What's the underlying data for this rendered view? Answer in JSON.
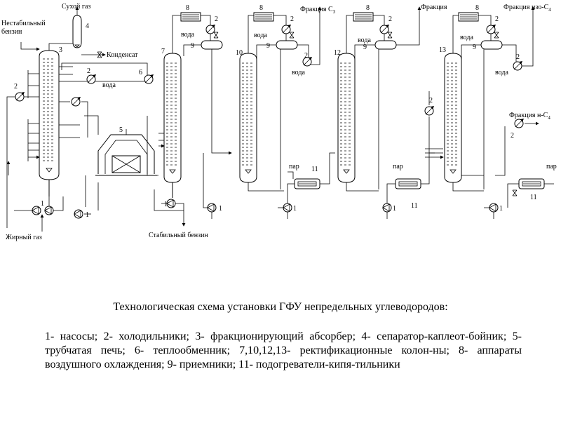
{
  "diagram": {
    "labels": {
      "unstable_gasoline": [
        "Нестабильный",
        "бензин"
      ],
      "dry_gas": "Сухой газ",
      "condensate": "Конденсат",
      "fat_gas": "Жирный газ",
      "stable_gasoline": "Стабильный бензин",
      "water": "вода",
      "steam": "пар",
      "fraction_c3": "Фракция С",
      "fraction_c3_sub": "3",
      "fraction": "Фракция",
      "fraction_iso_c4": "Фракция изо-С",
      "fraction_iso_c4_sub": "4",
      "fraction_n_c4": "Фракция н-С",
      "fraction_n_c4_sub": "4"
    },
    "numbers": [
      "1",
      "2",
      "3",
      "4",
      "5",
      "6",
      "7",
      "8",
      "9",
      "10",
      "11",
      "12",
      "13"
    ]
  },
  "caption": "Технологическая схема установки ГФУ непредельных углеводородов:",
  "legend": "1- насосы; 2- холодильники; 3- фракционирующий абсорбер; 4- сепаратор-каплеот-бойник; 5- трубчатая печь; 6- теплообменник; 7,10,12,13- ректификационные колон-ны; 8- аппараты воздушного охлаждения; 9- приемники; 11- подогреватели-кипя-тильники"
}
